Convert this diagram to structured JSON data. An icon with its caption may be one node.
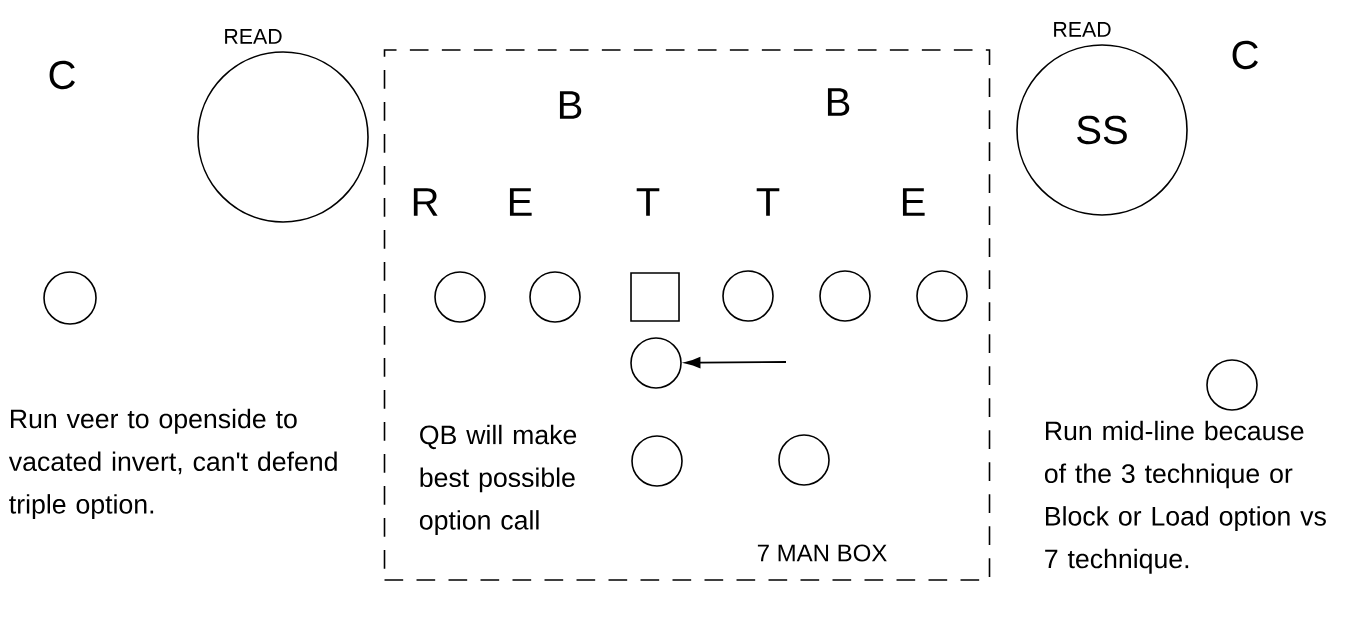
{
  "diagram": {
    "nodes": [
      {
        "text": [],
        "shape": "circle",
        "beside": [
          "READ"
        ]
      },
      {
        "text": [
          "7 MAN BOX"
        ]
      },
      {
        "text": [
          "SS"
        ],
        "beside": [
          "READ"
        ]
      },
      {
        "text": [],
        "shape": "circle"
      },
      {
        "text": [],
        "shape": "circle",
        "in": 1
      },
      {
        "text": [],
        "shape": "circle",
        "in": 1
      },
      {
        "text": [],
        "shape": "box",
        "in": 1
      },
      {
        "text": [],
        "shape": "circle",
        "in": 1
      },
      {
        "text": [],
        "shape": "circle",
        "in": 1
      },
      {
        "text": [],
        "shape": "circle",
        "in": 1
      },
      {
        "text": [],
        "shape": "circle",
        "in": 1
      },
      {
        "text": [],
        "shape": "circle"
      },
      {
        "text": [],
        "shape": "circle",
        "in": 1
      },
      {
        "text": [],
        "shape": "circle",
        "in": 1
      }
    ],
    "edges": [
      {
        "from": null,
        "to": 10,
        "arrow": "to"
      }
    ],
    "labels": [
      "C",
      "C",
      "B",
      "B",
      "R",
      "E",
      "T",
      "T",
      "E",
      "Run veer to openside to vacated invert, can't defend triple option.",
      "QB will make best possible option call",
      "Run mid-line because of the 3 technique or Block or Load option vs 7 technique."
    ]
  }
}
